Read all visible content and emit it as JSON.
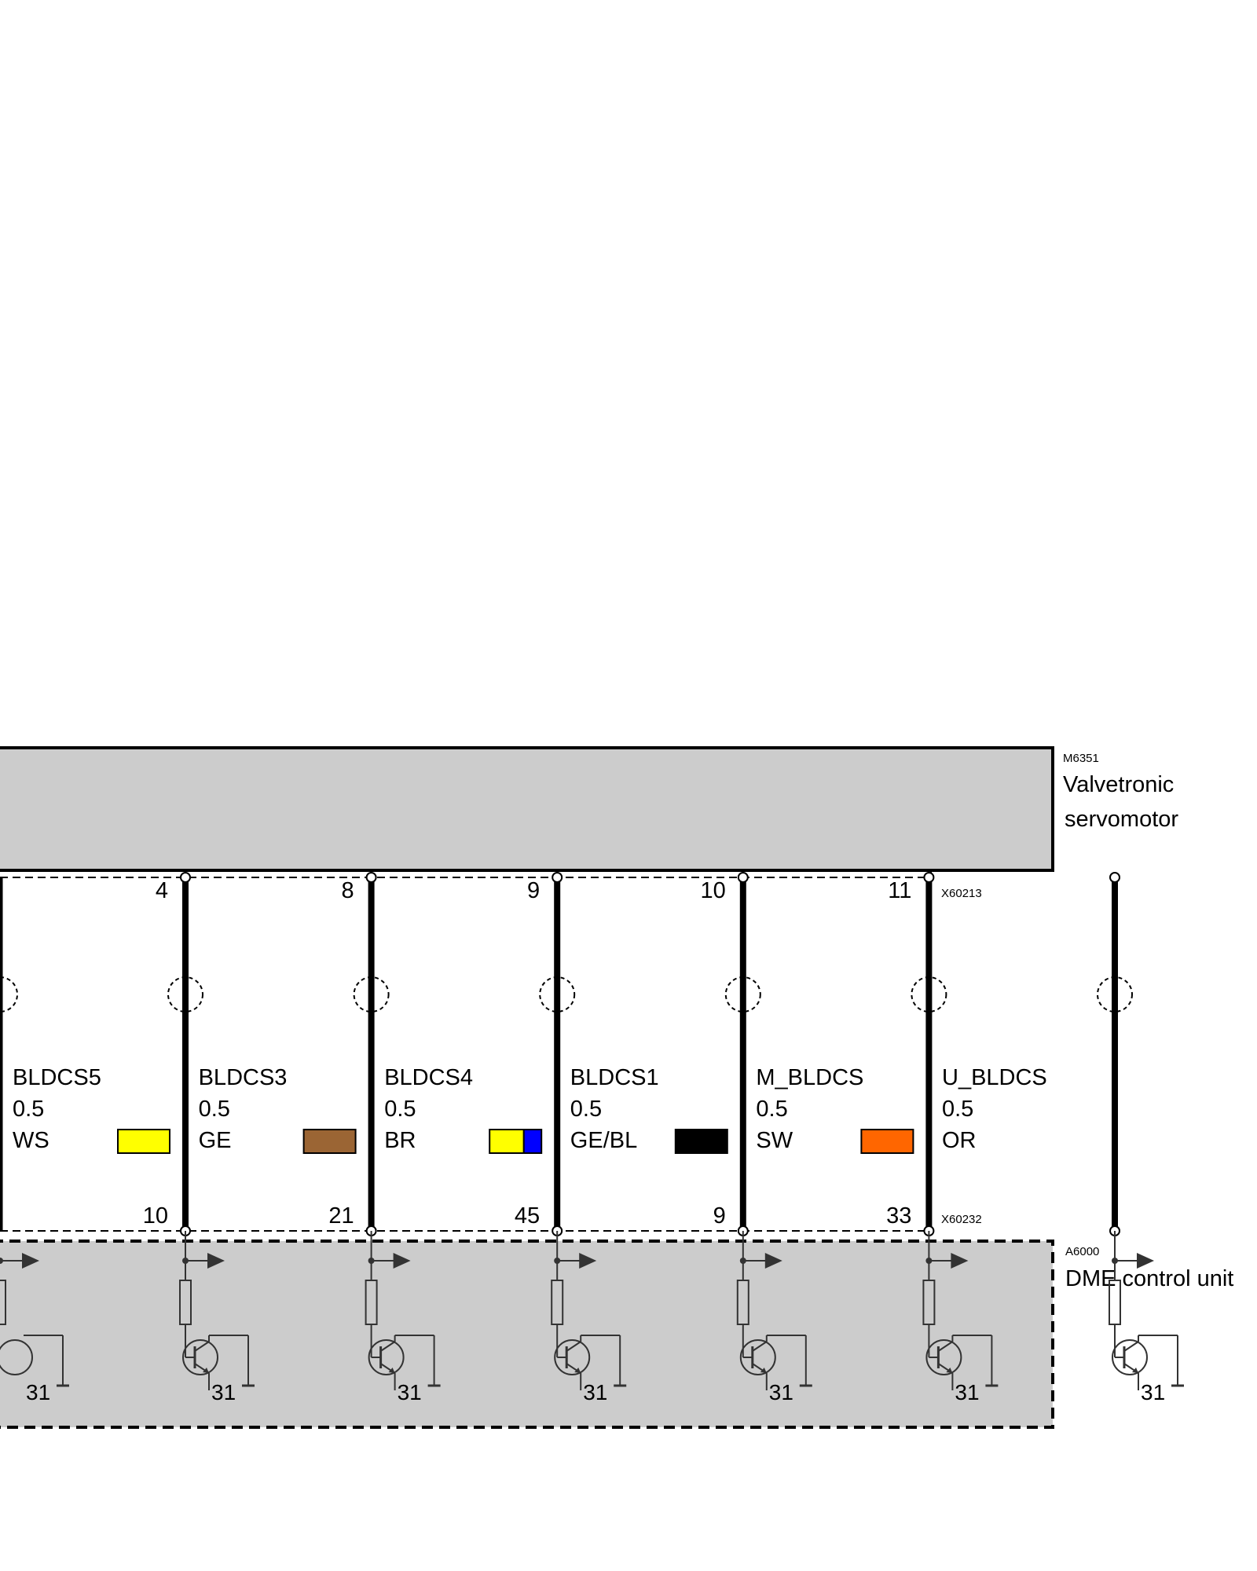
{
  "components": {
    "servomotor": {
      "id": "M6351",
      "name_line1": "Valvetronic",
      "name_line2": "servomotor",
      "fill": "#cccccc"
    },
    "control_unit": {
      "id": "A6000",
      "name": "DME control unit",
      "fill": "#cccccc"
    }
  },
  "connectors": {
    "top": "X60213",
    "bottom": "X60232"
  },
  "wires": [
    {
      "signal": "BLDCS5",
      "size": "0.5",
      "color_code": "WS",
      "swatch": [
        "#ffff00"
      ],
      "top_pin": "4",
      "bottom_pin": "10",
      "ground": "31"
    },
    {
      "signal": "BLDCS3",
      "size": "0.5",
      "color_code": "GE",
      "swatch": [
        "#9b6534"
      ],
      "top_pin": "8",
      "bottom_pin": "21",
      "ground": "31"
    },
    {
      "signal": "BLDCS4",
      "size": "0.5",
      "color_code": "BR",
      "swatch": [
        "#ffff00",
        "#0000ff"
      ],
      "top_pin": "9",
      "bottom_pin": "45",
      "ground": "31"
    },
    {
      "signal": "BLDCS1",
      "size": "0.5",
      "color_code": "GE/BL",
      "swatch": [
        "#000000"
      ],
      "top_pin": "10",
      "bottom_pin": "9",
      "ground": "31"
    },
    {
      "signal": "M_BLDCS",
      "size": "0.5",
      "color_code": "SW",
      "swatch": [
        "#ff6600"
      ],
      "top_pin": "11",
      "bottom_pin": "33",
      "ground": "31"
    },
    {
      "signal": "U_BLDCS",
      "size": "0.5",
      "color_code": "OR",
      "top_pin": "",
      "bottom_pin": "",
      "ground": "31"
    }
  ]
}
